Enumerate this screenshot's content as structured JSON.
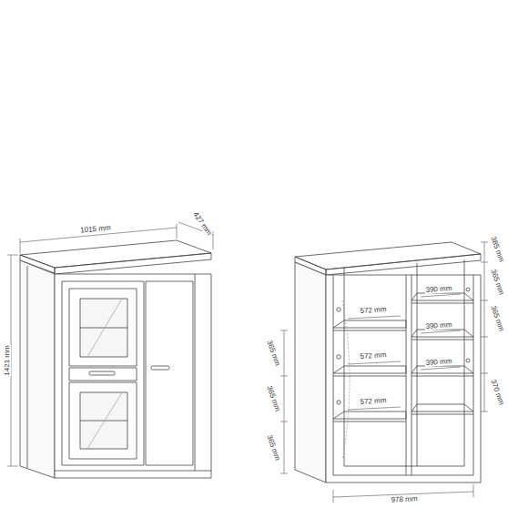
{
  "diagram": {
    "labels": [
      "1015 mm",
      "427 mm",
      "1421 mm",
      "385 mm",
      "390 mm",
      "572 mm",
      "365 mm",
      "390 mm",
      "572 mm",
      "365 mm",
      "390 mm",
      "572 mm",
      "370 mm",
      "365 mm",
      "365 mm",
      "365 mm",
      "978 mm"
    ]
  }
}
